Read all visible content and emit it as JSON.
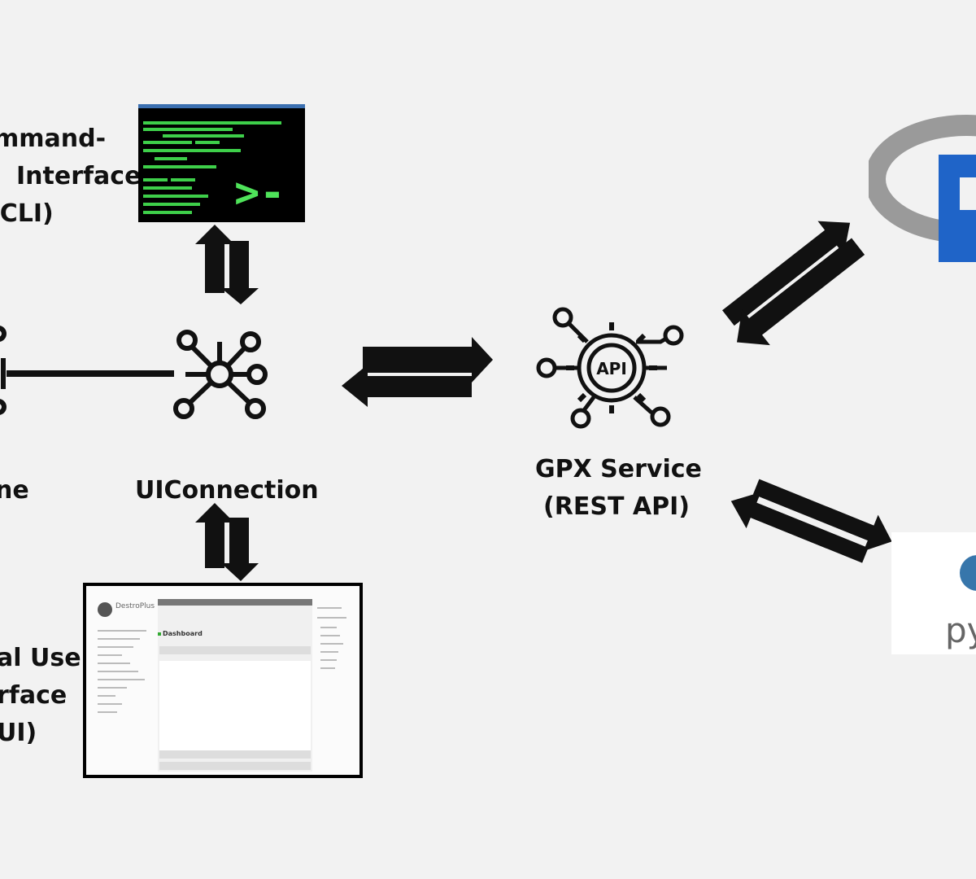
{
  "diagram": {
    "cli_label": [
      "mmand-",
      "Interface",
      "(CLI)"
    ],
    "node_left_label": "ne",
    "uiconnection_label": "UIConnection",
    "gpx_label": [
      "GPX Service",
      "(REST API)"
    ],
    "gui_label": [
      "al User",
      "rface",
      "UI)"
    ],
    "api_icon_text": "API",
    "gui_logo_text": "DestroPlus",
    "gui_dashboard_text": "Dashboard",
    "python_text": "py",
    "terminal_prompt": ">-"
  },
  "colors": {
    "background": "#f2f2f2",
    "terminal_green": "#3ecf4a",
    "r_blue": "#1f64c8",
    "r_ring": "#9a9a9a",
    "python_blue": "#3776ab"
  }
}
